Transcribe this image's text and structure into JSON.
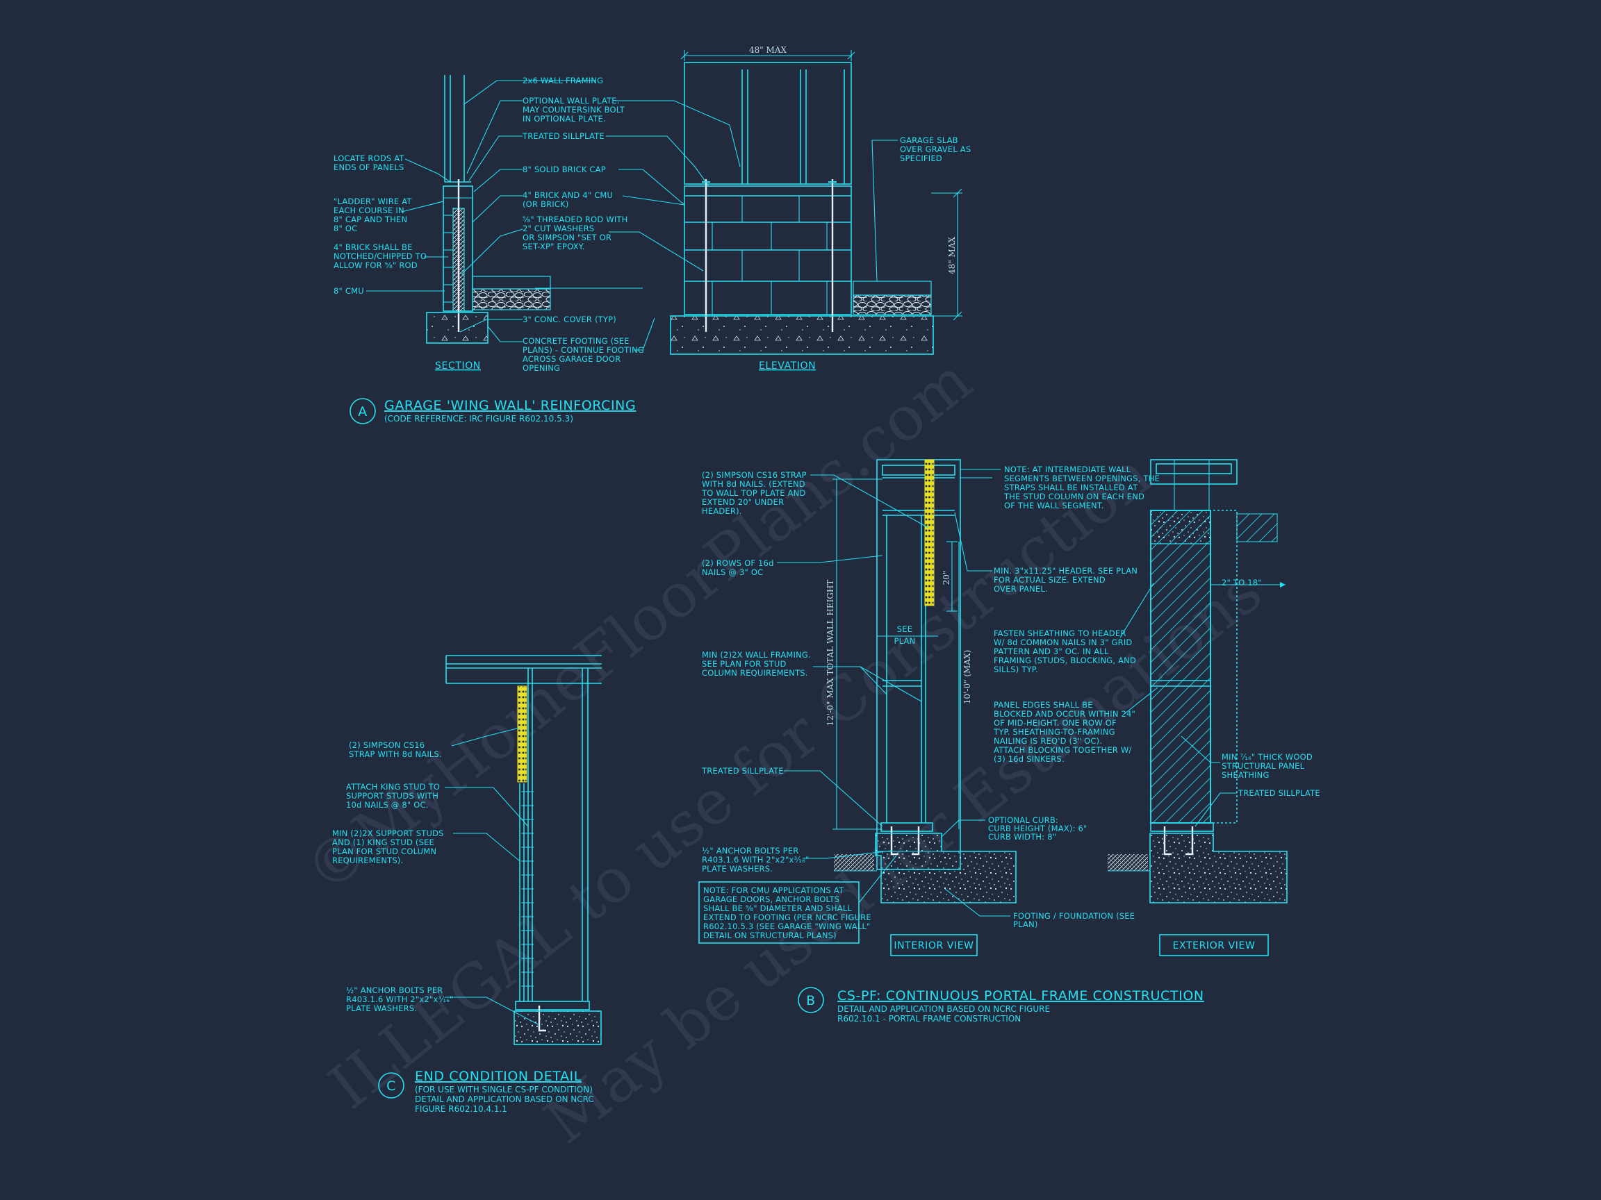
{
  "watermark": {
    "line1": "©MyHomeFloorPlans.com",
    "line2": "ILLEGAL to use for Construction",
    "line3": "May be used for Estimations"
  },
  "detail_a": {
    "marker": "A",
    "title": "GARAGE 'WING WALL' REINFORCING",
    "subtitle": "(CODE REFERENCE: IRC FIGURE R602.10.5.3)",
    "section_label": "SECTION",
    "elevation_label": "ELEVATION",
    "dim_width": "48\" MAX",
    "dim_height": "48\" MAX",
    "left_notes": [
      [
        "LOCATE RODS AT",
        "ENDS OF PANELS"
      ],
      [
        "\"LADDER\" WIRE AT",
        "EACH COURSE IN",
        "8\" CAP AND THEN",
        "8\" OC"
      ],
      [
        "4\" BRICK SHALL BE",
        "NOTCHED/CHIPPED TO",
        "ALLOW FOR ⅝\" ROD"
      ],
      [
        "8\" CMU"
      ]
    ],
    "mid_notes": [
      [
        "2x6 WALL FRAMING"
      ],
      [
        "OPTIONAL WALL PLATE.",
        "MAY COUNTERSINK BOLT",
        "IN OPTIONAL PLATE."
      ],
      [
        "TREATED SILLPLATE"
      ],
      [
        "8\" SOLID BRICK CAP"
      ],
      [
        "4\" BRICK AND 4\" CMU",
        "(OR BRICK)"
      ],
      [
        "⅝\" THREADED ROD WITH",
        "2\" CUT WASHERS",
        "OR SIMPSON \"SET OR",
        "SET-XP\" EPOXY."
      ],
      [
        "3\" CONC. COVER (TYP)"
      ],
      [
        "CONCRETE FOOTING (SEE",
        "PLANS) - CONTINUE FOOTING",
        "ACROSS GARAGE DOOR",
        "OPENING"
      ]
    ],
    "right_note": [
      "GARAGE SLAB",
      "OVER GRAVEL AS",
      "SPECIFIED"
    ]
  },
  "detail_b": {
    "marker": "B",
    "title": "CS-PF: CONTINUOUS PORTAL FRAME CONSTRUCTION",
    "subtitle_lines": [
      "DETAIL AND APPLICATION BASED ON NCRC FIGURE",
      "R602.10.1 - PORTAL FRAME CONSTRUCTION"
    ],
    "interior_label": "INTERIOR VIEW",
    "exterior_label": "EXTERIOR VIEW",
    "dim_total": "12'-0\" MAX TOTAL WALL HEIGHT",
    "dim_10": "10'-0\" (MAX)",
    "dim_20": "20\"",
    "dim_2to18": "2\" TO 18\"",
    "see_plan": [
      "SEE",
      "PLAN"
    ],
    "left_notes": [
      [
        "(2) SIMPSON CS16 STRAP",
        "WITH 8d NAILS. (EXTEND",
        "TO WALL TOP PLATE AND",
        "EXTEND 20\" UNDER",
        "HEADER)."
      ],
      [
        "(2) ROWS OF 16d",
        "NAILS @ 3\" OC"
      ],
      [
        "MIN (2)2X WALL FRAMING.",
        "SEE PLAN FOR STUD",
        "COLUMN REQUIREMENTS."
      ],
      [
        "TREATED SILLPLATE"
      ],
      [
        "½\" ANCHOR BOLTS PER",
        "R403.1.6 WITH 2\"x2\"x³⁄₁₆\"",
        "PLATE WASHERS."
      ]
    ],
    "box_note": [
      "NOTE: FOR CMU APPLICATIONS AT",
      "GARAGE DOORS, ANCHOR BOLTS",
      "SHALL BE ⅝\" DIAMETER AND SHALL",
      "EXTEND TO FOOTING (PER NCRC FIGURE",
      "R602.10.5.3 (SEE GARAGE \"WING WALL\"",
      "DETAIL ON STRUCTURAL PLANS)"
    ],
    "center_notes": [
      [
        "NOTE: AT INTERMEDIATE WALL",
        "SEGMENTS BETWEEN OPENINGS, THE",
        "STRAPS SHALL BE INSTALLED AT",
        "THE STUD COLUMN ON EACH END",
        "OF THE WALL SEGMENT."
      ],
      [
        "MIN. 3\"x11.25\" HEADER. SEE PLAN",
        "FOR ACTUAL SIZE. EXTEND",
        "OVER PANEL."
      ],
      [
        "FASTEN SHEATHING TO HEADER",
        "W/ 8d COMMON NAILS IN 3\" GRID",
        "PATTERN AND 3\" OC. IN ALL",
        "FRAMING (STUDS, BLOCKING, AND",
        "SILLS) TYP."
      ],
      [
        "PANEL EDGES SHALL BE",
        "BLOCKED AND OCCUR WITHIN 24\"",
        "OF MID-HEIGHT.  ONE ROW OF",
        "TYP. SHEATHING-TO-FRAMING",
        "NAILING IS REQ'D (3\" OC).",
        "ATTACH BLOCKING TOGETHER W/",
        "(3) 16d SINKERS."
      ],
      [
        "OPTIONAL CURB:",
        "CURB HEIGHT (MAX): 6\"",
        "CURB WIDTH: 8\""
      ],
      [
        "FOOTING / FOUNDATION (SEE",
        "PLAN)"
      ]
    ],
    "right_notes": [
      [
        "MIN ⁷⁄₁₆\" THICK WOOD",
        "STRUCTURAL PANEL",
        "SHEATHING"
      ],
      [
        "TREATED SILLPLATE"
      ]
    ]
  },
  "detail_c": {
    "marker": "C",
    "title": "END CONDITION DETAIL",
    "subtitle_lines": [
      "(FOR USE WITH SINGLE CS-PF CONDITION)",
      "DETAIL AND APPLICATION BASED ON NCRC",
      "FIGURE R602.10.4.1.1"
    ],
    "notes": [
      [
        "(2) SIMPSON CS16",
        "STRAP WITH 8d NAILS."
      ],
      [
        "ATTACH KING STUD TO",
        "SUPPORT STUDS WITH",
        "10d NAILS @ 8\" OC."
      ],
      [
        "MIN (2)2X SUPPORT STUDS",
        "AND (1) KING STUD (SEE",
        "PLAN FOR STUD COLUMN",
        "REQUIREMENTS)."
      ],
      [
        "½\" ANCHOR BOLTS PER",
        "R403.1.6 WITH 2\"x2\"x³⁄₁₆\"",
        "PLATE WASHERS."
      ]
    ]
  }
}
